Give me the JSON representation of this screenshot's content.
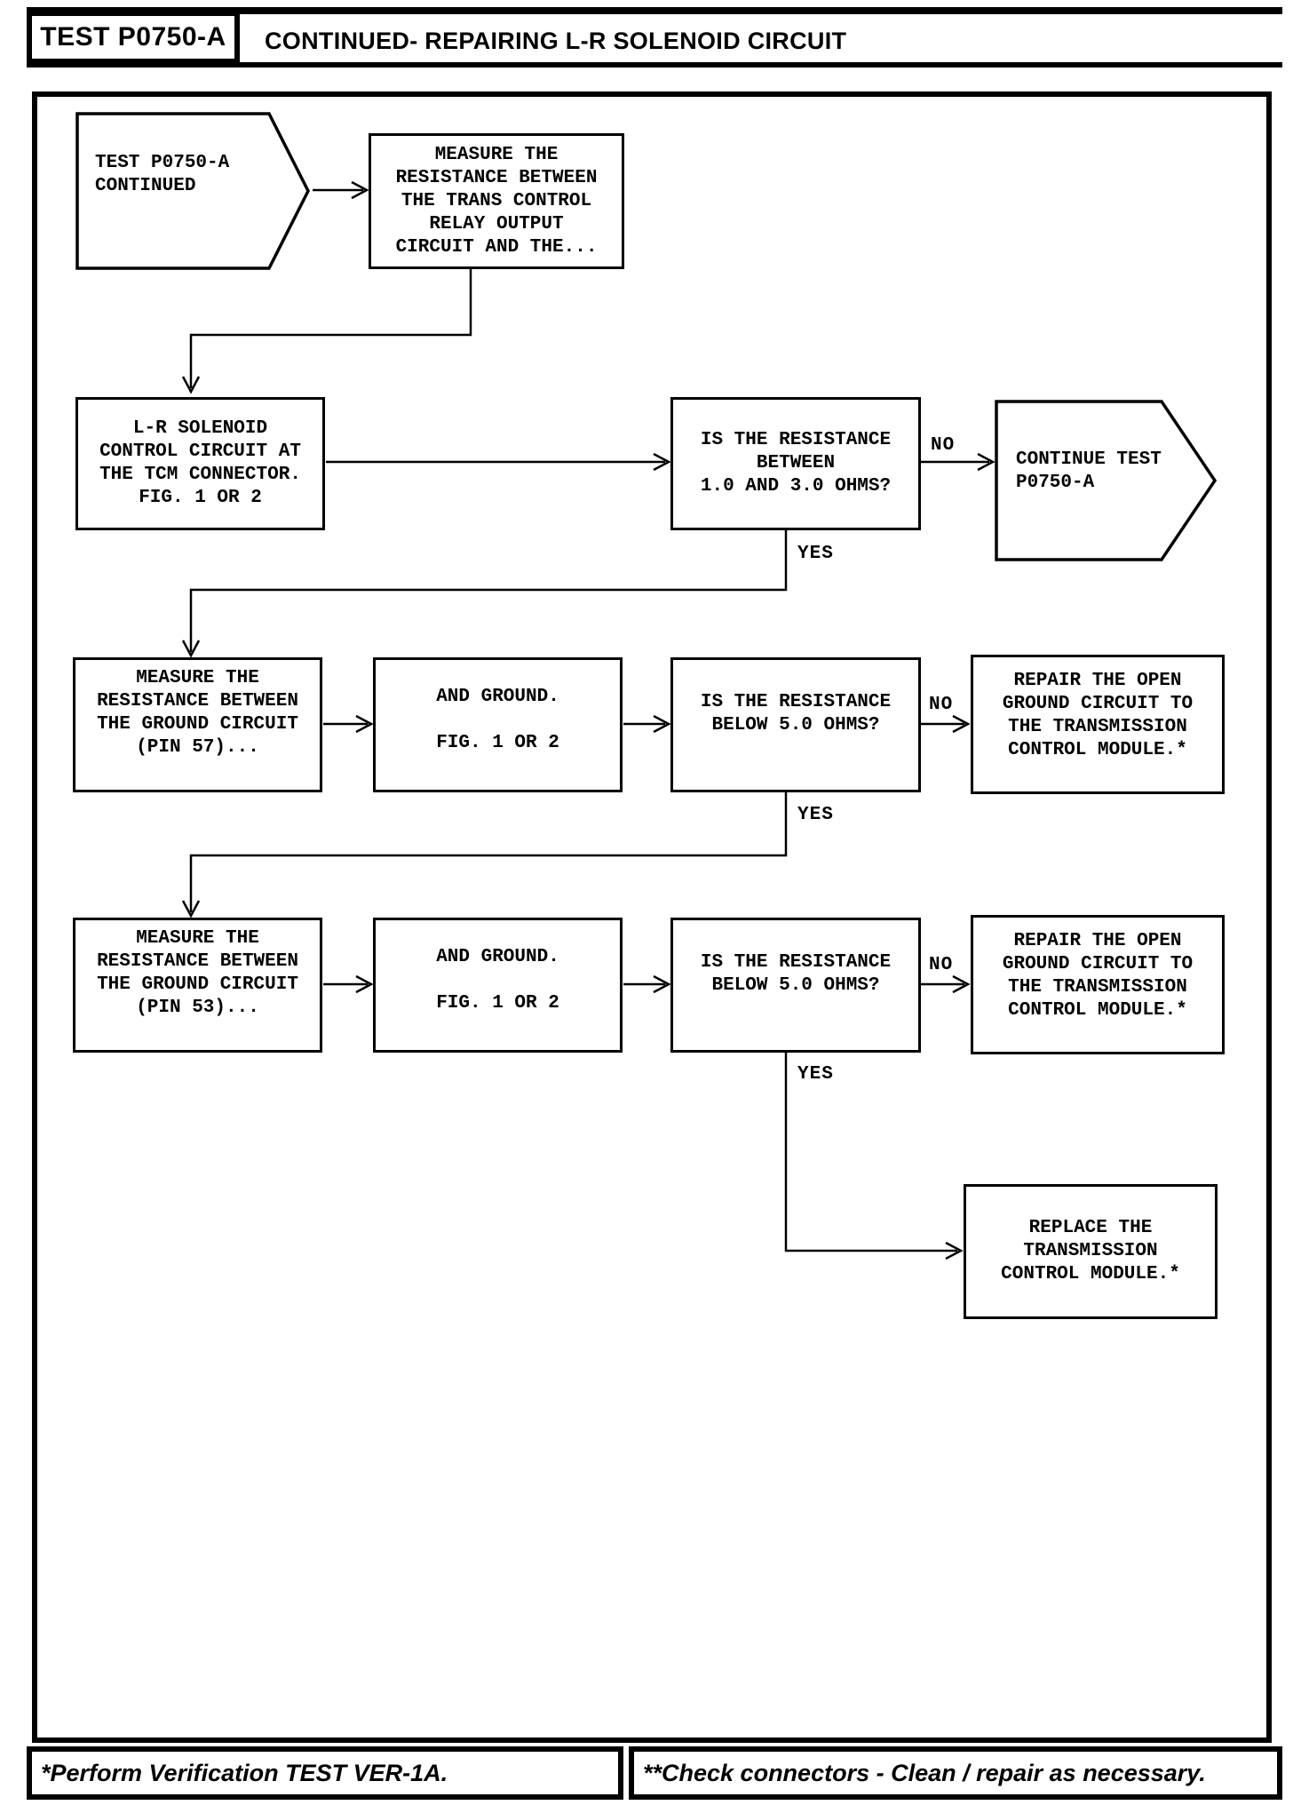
{
  "header": {
    "test_label": "TEST P0750-A",
    "title": "CONTINUED- REPAIRING L-R SOLENOID CIRCUIT"
  },
  "flowchart": {
    "start": "TEST P0750-A\nCONTINUED",
    "nodes": {
      "measure_relay": "MEASURE THE\nRESISTANCE BETWEEN\nTHE TRANS CONTROL\nRELAY OUTPUT\nCIRCUIT AND THE...",
      "lr_solenoid": "L-R SOLENOID\nCONTROL CIRCUIT AT\nTHE TCM CONNECTOR.\nFIG. 1 OR 2",
      "decision_resistance_1_3": "IS THE RESISTANCE\nBETWEEN\n1.0 AND 3.0 OHMS?",
      "continue_test": "CONTINUE TEST\nP0750-A",
      "measure_pin57": "MEASURE THE\nRESISTANCE BETWEEN\nTHE GROUND CIRCUIT\n(PIN 57)...",
      "and_ground_1": "AND GROUND.\n\nFIG. 1 OR 2",
      "decision_below_5_1": "IS THE RESISTANCE\nBELOW 5.0 OHMS?",
      "repair_open_ground_1": "REPAIR THE OPEN\nGROUND CIRCUIT TO\nTHE TRANSMISSION\nCONTROL MODULE.*",
      "measure_pin53": "MEASURE THE\nRESISTANCE BETWEEN\nTHE GROUND CIRCUIT\n(PIN 53)...",
      "and_ground_2": "AND GROUND.\n\nFIG. 1 OR 2",
      "decision_below_5_2": "IS THE RESISTANCE\nBELOW 5.0 OHMS?",
      "repair_open_ground_2": "REPAIR THE OPEN\nGROUND CIRCUIT TO\nTHE TRANSMISSION\nCONTROL MODULE.*",
      "replace_tcm": "REPLACE THE\nTRANSMISSION\nCONTROL MODULE.*"
    },
    "labels": {
      "yes": "YES",
      "no": "NO"
    }
  },
  "footer": {
    "left": "*Perform Verification TEST VER-1A.",
    "right": "**Check connectors - Clean / repair as necessary."
  }
}
